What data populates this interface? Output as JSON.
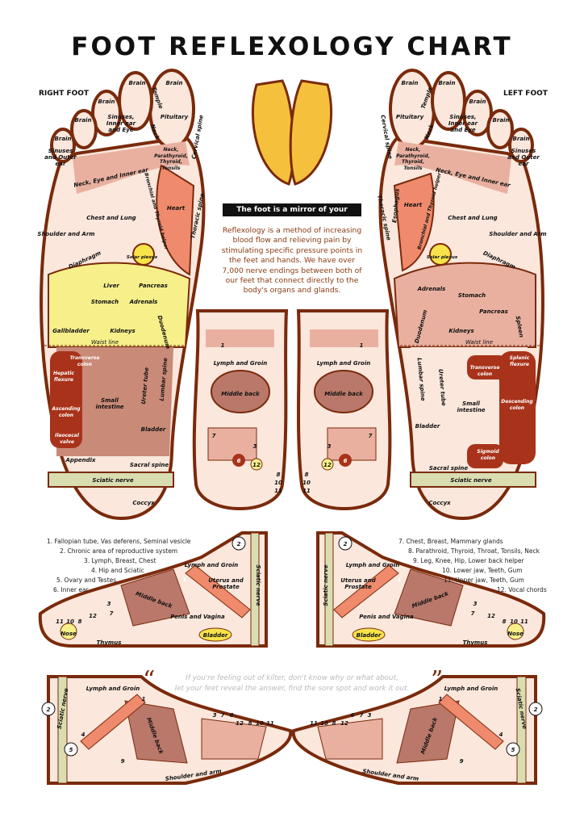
{
  "title": "FOOT REFLEXOLOGY CHART",
  "right_foot_label": "RIGHT FOOT",
  "left_foot_label": "LEFT FOOT",
  "banner": "The foot is a mirror of your health!",
  "description": "Reflexology is a method of increasing blood flow and relieving pain by stimulating specific pressure points in the feet and hands. We have over 7,000 nerve endings between both of our feet that connect directly to the body's organs and glands.",
  "right_foot": [
    "Brain",
    "Brain",
    "Brain",
    "Brain",
    "Brain",
    "Sinuses, Inner ear and Eye",
    "Sinuses and Outer ear",
    "Temple",
    "Pituitary",
    "Neck",
    "Cervical spine",
    "Neck, Parathyroid, Thyroid, Tonsils",
    "Neck, Eye and Inner ear",
    "Chest and Lung",
    "Shoulder and Arm",
    "Heart",
    "Bronchial and Thyroid helper",
    "Thoracic spine",
    "Solar plexus",
    "Diaphragm",
    "Liver",
    "Pancreas",
    "Stomach",
    "Adrenals",
    "Gallbladder",
    "Kidneys",
    "Duodenum",
    "Waist line",
    "Transverse colon",
    "Hepatic flexure",
    "Small intestine",
    "Ureter tube",
    "Lumbar spine",
    "Ascending colon",
    "Ileocecal valve",
    "Bladder",
    "Appendix",
    "Sacral spine",
    "Sciatic nerve",
    "Coccyx"
  ],
  "left_foot": [
    "Brain",
    "Brain",
    "Brain",
    "Brain",
    "Brain",
    "Sinuses, Inner ear and Eye",
    "Sinuses and Outer ear",
    "Temple",
    "Pituitary",
    "Neck",
    "Cervical spine",
    "Neck, Parathyroid, Thyroid, Tonsils",
    "Neck, Eye and Inner ear",
    "Chest and Lung",
    "Shoulder and Arm",
    "Heart",
    "Bronchial and Thyroid helper",
    "Thoracic spine",
    "Solar plexus",
    "Diaphragm",
    "Esophagus",
    "Adrenals",
    "Stomach",
    "Pancreas",
    "Spleen",
    "Kidneys",
    "Duodenum",
    "Waist line",
    "Transverse colon",
    "Splenic flexure",
    "Small intestine",
    "Ureter tube",
    "Lumbar spine",
    "Descending colon",
    "Sigmoid colon",
    "Bladder",
    "Sacral spine",
    "Sciatic nerve",
    "Coccyx"
  ],
  "top_feet": {
    "lymph": "Lymph and Groin",
    "middle_back": "Middle back",
    "nums": [
      "1",
      "1",
      "3",
      "6",
      "7",
      "12",
      "8",
      "10",
      "11"
    ]
  },
  "list_left": [
    "1. Fallopian tube, Vas deferens, Seminal vesicle",
    "2. Chronic area of reproductive system",
    "3. Lymph, Breast, Chest",
    "4. Hip and Sciatic",
    "5. Ovary and Testes",
    "6. Inner ear"
  ],
  "list_right": [
    "7. Chest, Breast, Mammary glands",
    "8. Parathroid, Thyroid, Throat, Tonsils, Neck",
    "9. Leg, Knee, Hip, Lower back helper",
    "10. Lower jaw, Teeth, Gum",
    "11. Upper jaw, Teeth, Gum",
    "12. Vocal chords"
  ],
  "inner_side": {
    "lymph": "Lymph and Groin",
    "sciatic": "Sciatic nerve",
    "uterus": "Uterus and Prostate",
    "middle_back": "Middle back",
    "penis": "Penis and Vagina",
    "bladder": "Bladder",
    "thymus": "Thymus",
    "nose": "Nose",
    "nums": [
      "1",
      "2",
      "3",
      "7",
      "12",
      "8",
      "10",
      "11"
    ]
  },
  "quote": {
    "line1": "If you're feeling out of kilter,  don't know why or what about,",
    "line2": "let your feet reveal the answer, find the sore spot and work it out.",
    "open": "“",
    "close": "”"
  },
  "outer_side": {
    "lymph": "Lymph and Groin",
    "sciatic": "Sciatic nerve",
    "middle_back": "Middle back",
    "shoulder": "Shoulder and arm",
    "nums": [
      "1",
      "2",
      "4",
      "5",
      "9",
      "3",
      "7",
      "6",
      "12",
      "8",
      "10",
      "11"
    ]
  },
  "colors": {
    "outline": "#7a2a0c",
    "skin": "#fbe7dc",
    "pink": "#e9b0a0",
    "salmon": "#ef8a6c",
    "brown": "#b9786a",
    "yellow": "#f7f08a",
    "dark": "#a8331a",
    "nerve": "#d9ddb0"
  }
}
